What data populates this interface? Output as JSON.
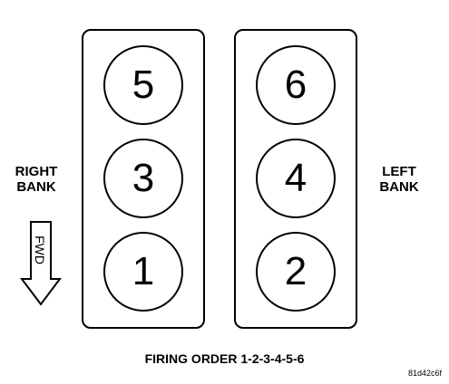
{
  "cylinders": {
    "right_bank": [
      "5",
      "3",
      "1"
    ],
    "left_bank": [
      "6",
      "4",
      "2"
    ]
  },
  "labels": {
    "right_bank": [
      "RIGHT",
      "BANK"
    ],
    "left_bank": [
      "LEFT",
      "BANK"
    ],
    "forward": "FWD",
    "firing_order": "FIRING ORDER 1-2-3-4-5-6",
    "figure_id": "81d42c6f"
  },
  "icons": {
    "forward_arrow": "fwd-arrow-icon"
  }
}
